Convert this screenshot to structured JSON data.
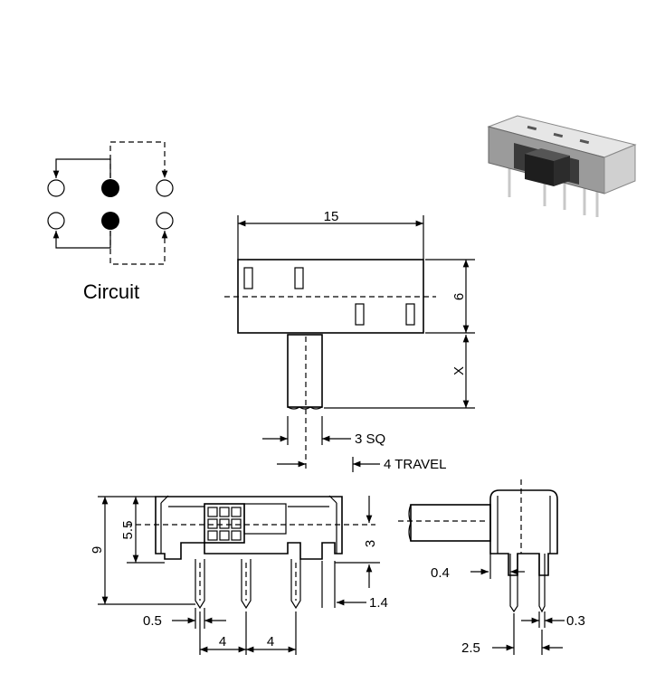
{
  "circuit": {
    "label": "Circuit"
  },
  "top_view": {
    "width": "15",
    "height": "6",
    "actuator_length": "X",
    "actuator_size": "3 SQ",
    "travel": "4 TRAVEL"
  },
  "front_view": {
    "height_total": "9",
    "height_body": "5.5",
    "pin_length": "3",
    "pin_width": "0.5",
    "pin_offset": "1.4",
    "pitch_1": "4",
    "pitch_2": "4"
  },
  "side_view": {
    "body_offset": "0.4",
    "pin_thickness": "0.3",
    "pin_spacing": "2.5"
  }
}
